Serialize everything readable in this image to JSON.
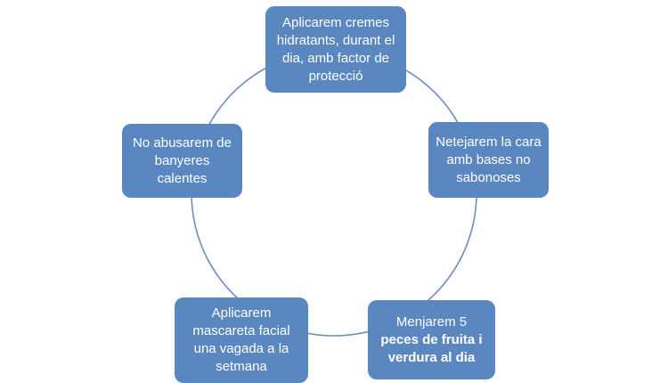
{
  "diagram": {
    "type": "cycle",
    "circle_color": "#6b8ec2",
    "node_fill": "#5b87c0",
    "text_color": "#ffffff",
    "nodes": {
      "top": {
        "text": "Aplicarem cremes hidratants, durant el dia, amb factor de protecció"
      },
      "right": {
        "text": "Netejarem la cara amb bases no sabonoses"
      },
      "left": {
        "text": "No abusarem de banyeres calentes"
      },
      "bottom_left": {
        "text": "Aplicarem mascareta facial una vagada a la setmana"
      },
      "bottom_right": {
        "text_normal": "Menjarem 5",
        "text_bold": "peces de fruita i verdura al dia"
      }
    }
  }
}
